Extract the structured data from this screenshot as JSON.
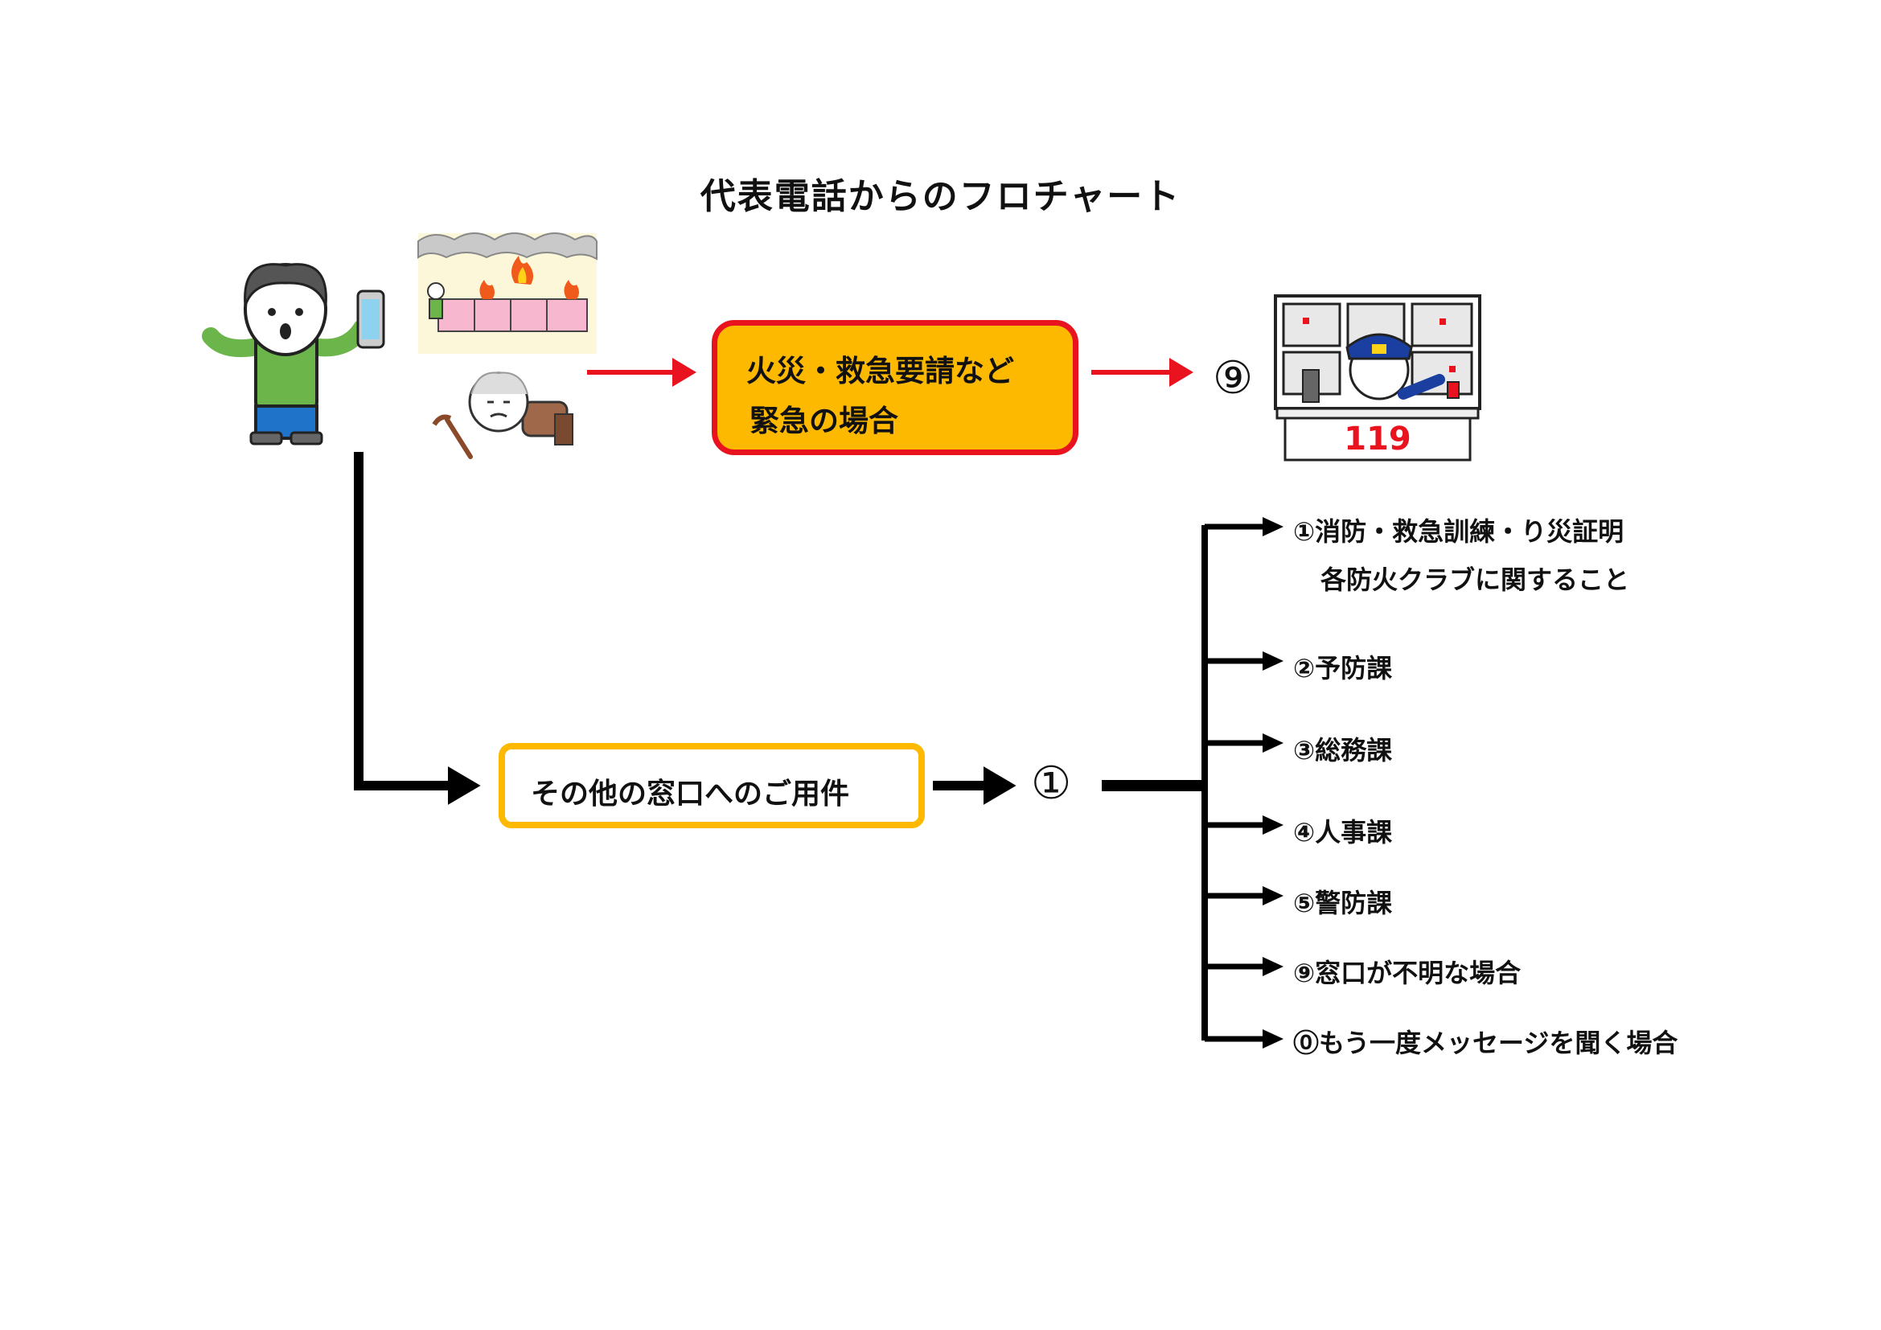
{
  "title": "代表電話からのフロチャート",
  "emergency": {
    "line1": "火災・救急要請など",
    "line2": "緊急の場合",
    "number": "⑨"
  },
  "other": {
    "label": "その他の窓口へのご用件",
    "number": "①"
  },
  "dispatch_sign": "119",
  "options": [
    {
      "text": "①消防・救急訓練・り災証明",
      "sub": "各防火クラブに関すること"
    },
    {
      "text": "②予防課"
    },
    {
      "text": "③総務課"
    },
    {
      "text": "④人事課"
    },
    {
      "text": "⑤警防課"
    },
    {
      "text": "⑨窓口が不明な場合"
    },
    {
      "text": "⓪もう一度メッセージを聞く場合"
    }
  ],
  "colors": {
    "emergency_fill": "#fdb800",
    "emergency_border": "#e8131f",
    "other_border": "#fdb800",
    "red_arrow": "#e8131f",
    "black_arrow": "#000000"
  }
}
